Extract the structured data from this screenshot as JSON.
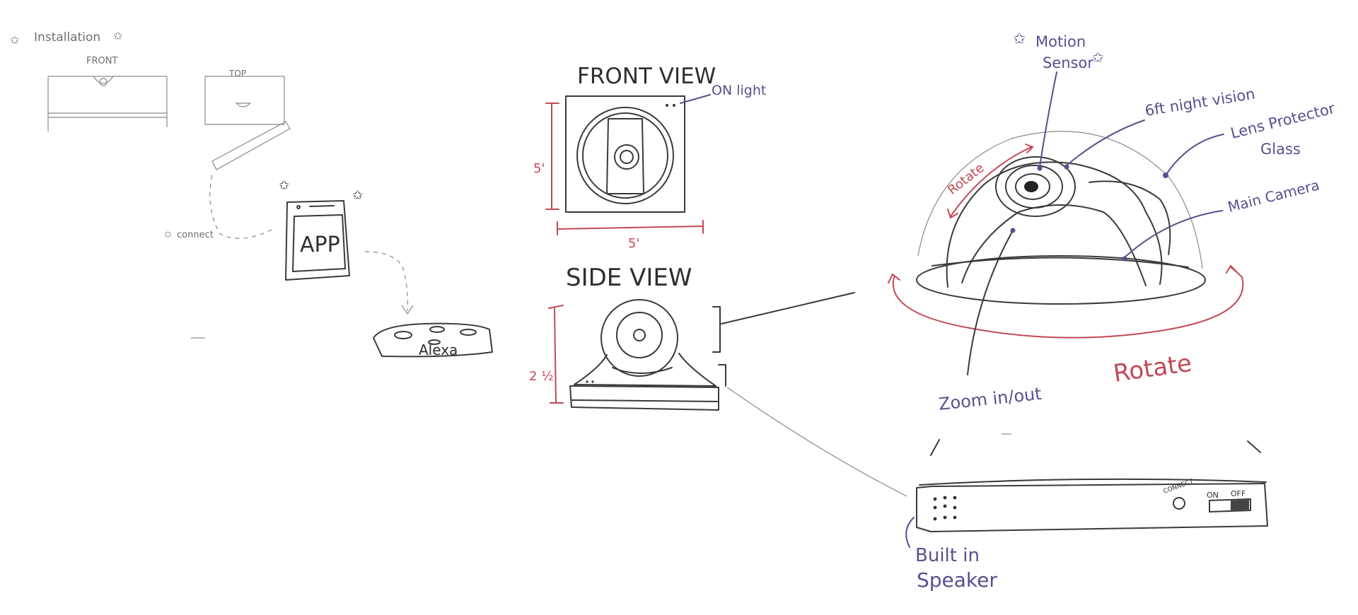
{
  "labels": {
    "installation": "Installation",
    "front_small": "FRONT",
    "top_small": "TOP",
    "connect": "connect",
    "app": "APP",
    "alexa": "Alexa",
    "front_view": "FRONT VIEW",
    "on_light": "ON light",
    "dim_front_h": "5'",
    "dim_front_w": "5'",
    "side_view": "SIDE VIEW",
    "dim_side_h": "2 ½'",
    "motion_sensor_1": "Motion",
    "motion_sensor_2": "Sensor",
    "night_vision": "6ft night vision",
    "lens_protector_1": "Lens Protector",
    "lens_protector_2": "Glass",
    "main_camera": "Main Camera",
    "rotate_small": "Rotate",
    "rotate_large": "Rotate",
    "zoom": "Zoom in/out",
    "connect_small": "CONNECT",
    "switch_on": "ON",
    "switch_off": "OFF",
    "built_in_1": "Built in",
    "built_in_2": "Speaker"
  },
  "colors": {
    "pencil": "#3a3a3a",
    "purple_ink": "#5b4e8f",
    "red_ink": "#c24a57"
  }
}
